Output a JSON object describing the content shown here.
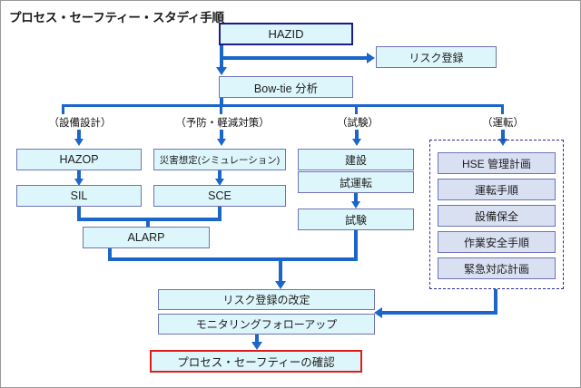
{
  "diagram": {
    "title": "プロセス・セーフティー・スタディ手順",
    "accent_line_color": "#1b66c9",
    "node_fill": "#ddf6fb",
    "node_border": "#6f73b5",
    "hse_fill": "#d9e0f2",
    "emphasis_border": "#1c1c8e",
    "final_border": "#e01b1b",
    "dashed_border": "#2b2b9c"
  },
  "nodes": {
    "hazid": "HAZID",
    "risk_register": "リスク登録",
    "bowtie": "Bow-tie 分析",
    "hazop": "HAZOP",
    "sil": "SIL",
    "disaster_sim": "災害想定(シミュレーション)",
    "sce": "SCE",
    "construction": "建設",
    "commissioning": "試運転",
    "testing": "試験",
    "alarp": "ALARP",
    "risk_register_revision": "リスク登録の改定",
    "monitoring_followup": "モニタリングフォローアップ",
    "process_safety_confirmation": "プロセス・セーフティーの確認"
  },
  "branch_labels": {
    "design": "（設備設計）",
    "prevention": "（予防・軽減対策）",
    "test": "（試験）",
    "operation": "（運転）"
  },
  "hse_group": {
    "items": [
      "HSE 管理計画",
      "運転手順",
      "設備保全",
      "作業安全手順",
      "緊急対応計画"
    ]
  }
}
